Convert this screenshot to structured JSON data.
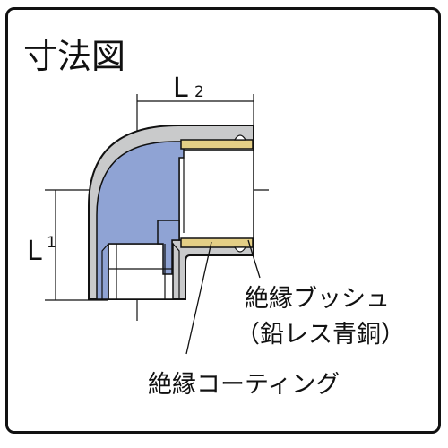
{
  "title": "寸法図",
  "dimensions": {
    "l2": {
      "main": "L",
      "sub": "2"
    },
    "l1": {
      "main": "L",
      "sub": "1"
    }
  },
  "callouts": {
    "bush_line1": "絶縁ブッシュ",
    "bush_line2": "（鉛レス青銅）",
    "coating": "絶縁コーティング"
  },
  "colors": {
    "body_gray": "#c9cacb",
    "coating_blue": "#8fa3d4",
    "brass": "#e4cf86",
    "outline": "#111111"
  }
}
